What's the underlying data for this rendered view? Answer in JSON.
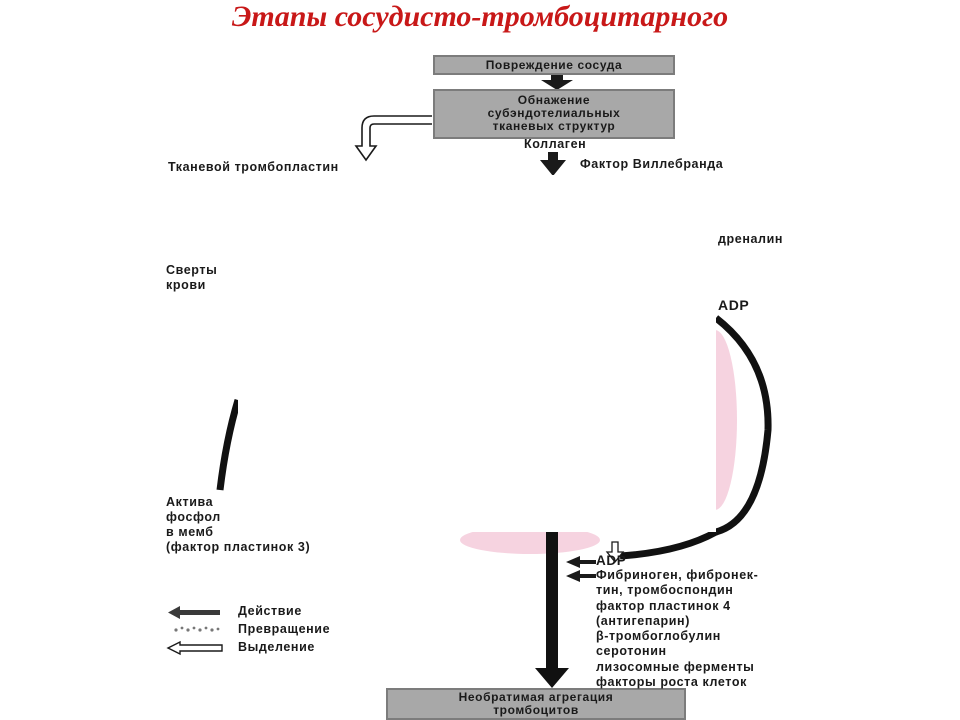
{
  "title": "Этапы сосудисто-тромбоцитарного",
  "boxes": {
    "damage": "Повреждение сосуда",
    "exposure": [
      "Обнажение",
      "субэндотелиальных",
      "тканевых структур"
    ],
    "aggregation": [
      "Необратимая агрегация",
      "тромбоцитов"
    ]
  },
  "labels": {
    "collagen": "Коллаген",
    "willebrand": "Фактор Виллебранда",
    "thromboplastin": "Тканевой тромбопластин",
    "adrenaline": "дреналин",
    "adp_top": "ADP",
    "coag": [
      "Сверты",
      "крови"
    ],
    "phospho": [
      "Актива",
      "фосфол",
      "в мемб",
      "(фактор пластинок 3)"
    ],
    "adp_bottom": "ADP"
  },
  "release_list": [
    "Фибриноген, фибронек-",
    "тин, тромбоспондин",
    "фактор пластинок 4",
    "(антигепарин)",
    "β-тромбоглобулин",
    "серотонин",
    "лизосомные ферменты",
    "факторы роста клеток"
  ],
  "legend": {
    "action": "Действие",
    "conversion": "Превращение",
    "release": "Выделение"
  }
}
